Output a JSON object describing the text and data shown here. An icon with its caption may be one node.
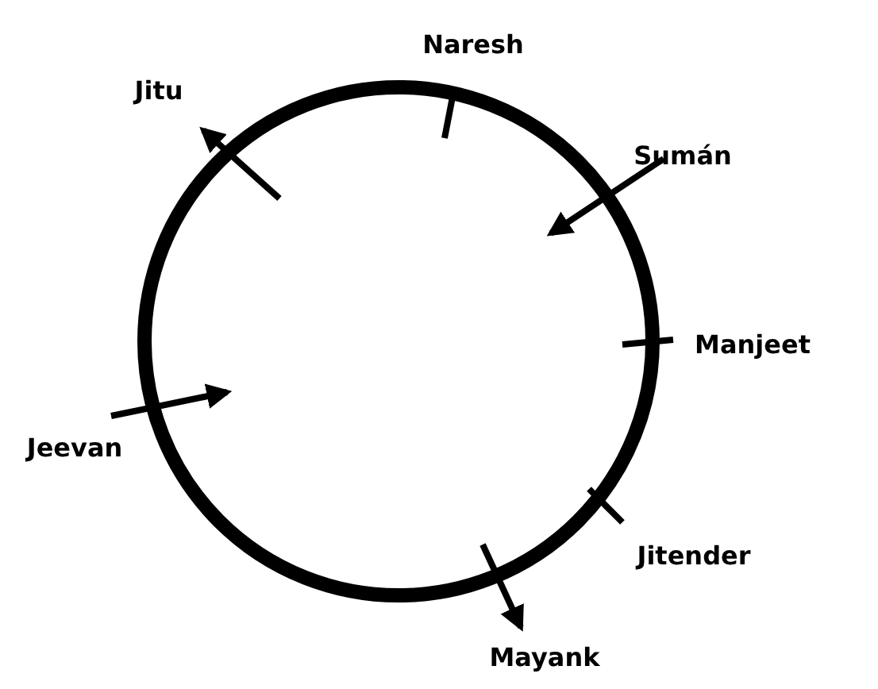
{
  "diagram": {
    "labels": [
      "Naresh",
      "Jitu",
      "Sumán",
      "Manjeet",
      "Jeevan",
      "Jitender",
      "Mayank"
    ]
  }
}
